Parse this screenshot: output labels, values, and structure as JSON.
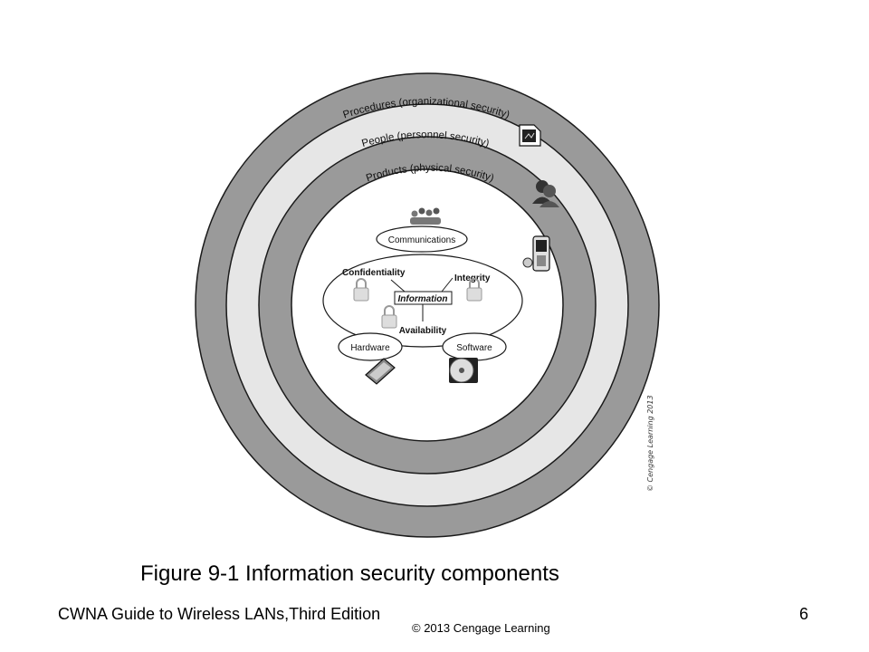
{
  "diagram": {
    "rings": {
      "outer": "Procedures (organizational security)",
      "middle": "People (personnel security)",
      "inner": "Products (physical security)"
    },
    "core": {
      "communications": "Communications",
      "confidentiality": "Confidentiality",
      "integrity": "Integrity",
      "information": "Information",
      "availability": "Availability",
      "hardware": "Hardware",
      "software": "Software"
    },
    "credit": "© Cengage Learning 2013",
    "icons": [
      "document-icon",
      "people-icon",
      "phone-icon",
      "group-icon",
      "lock-icon",
      "hard-drive-icon",
      "disc-icon"
    ],
    "colors": {
      "dark_ring": "#9a9a9a",
      "light_ring": "#e6e6e6",
      "outline": "#1a1a1a"
    }
  },
  "caption": "Figure 9-1  Information security components",
  "footer": {
    "book": "CWNA Guide to Wireless LANs,Third Edition",
    "page": "6",
    "copyright": "© 2013  Cengage Learning"
  }
}
